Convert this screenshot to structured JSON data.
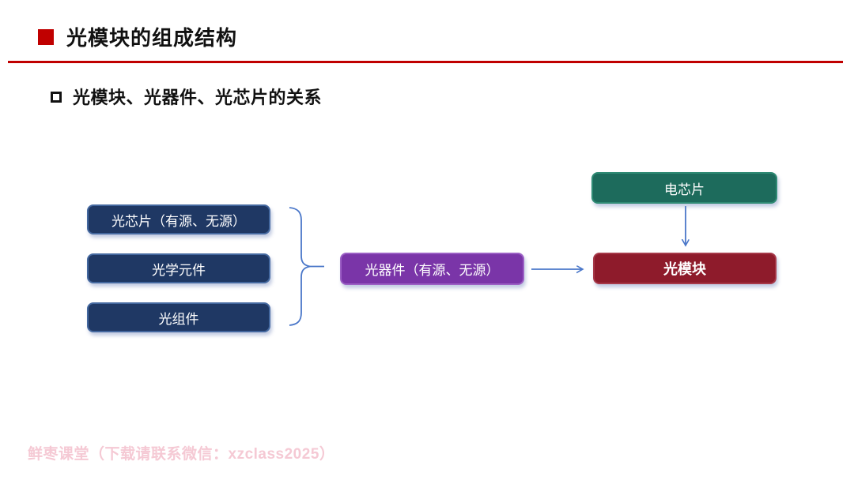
{
  "slide": {
    "title": "光模块的组成结构",
    "subtitle": "光模块、光器件、光芯片的关系",
    "footer": "鲜枣课堂（下载请联系微信：xzclass2025）"
  },
  "diagram": {
    "left_boxes": [
      {
        "label": "光芯片（有源、无源）"
      },
      {
        "label": "光学元件"
      },
      {
        "label": "光组件"
      }
    ],
    "middle_box": {
      "label": "光器件（有源、无源）"
    },
    "top_box": {
      "label": "电芯片"
    },
    "result_box": {
      "label": "光模块"
    },
    "relations": [
      "left_boxes --brace--> middle_box",
      "middle_box --arrow--> result_box",
      "top_box --arrow--> result_box"
    ]
  },
  "colors": {
    "navy": "#1f3864",
    "purple": "#7a35a8",
    "teal": "#1d6b5c",
    "dark_red": "#8e1b2b",
    "accent_red": "#c00000",
    "connector_blue": "#4a77c9",
    "footer_pink": "#f5c9d4"
  }
}
